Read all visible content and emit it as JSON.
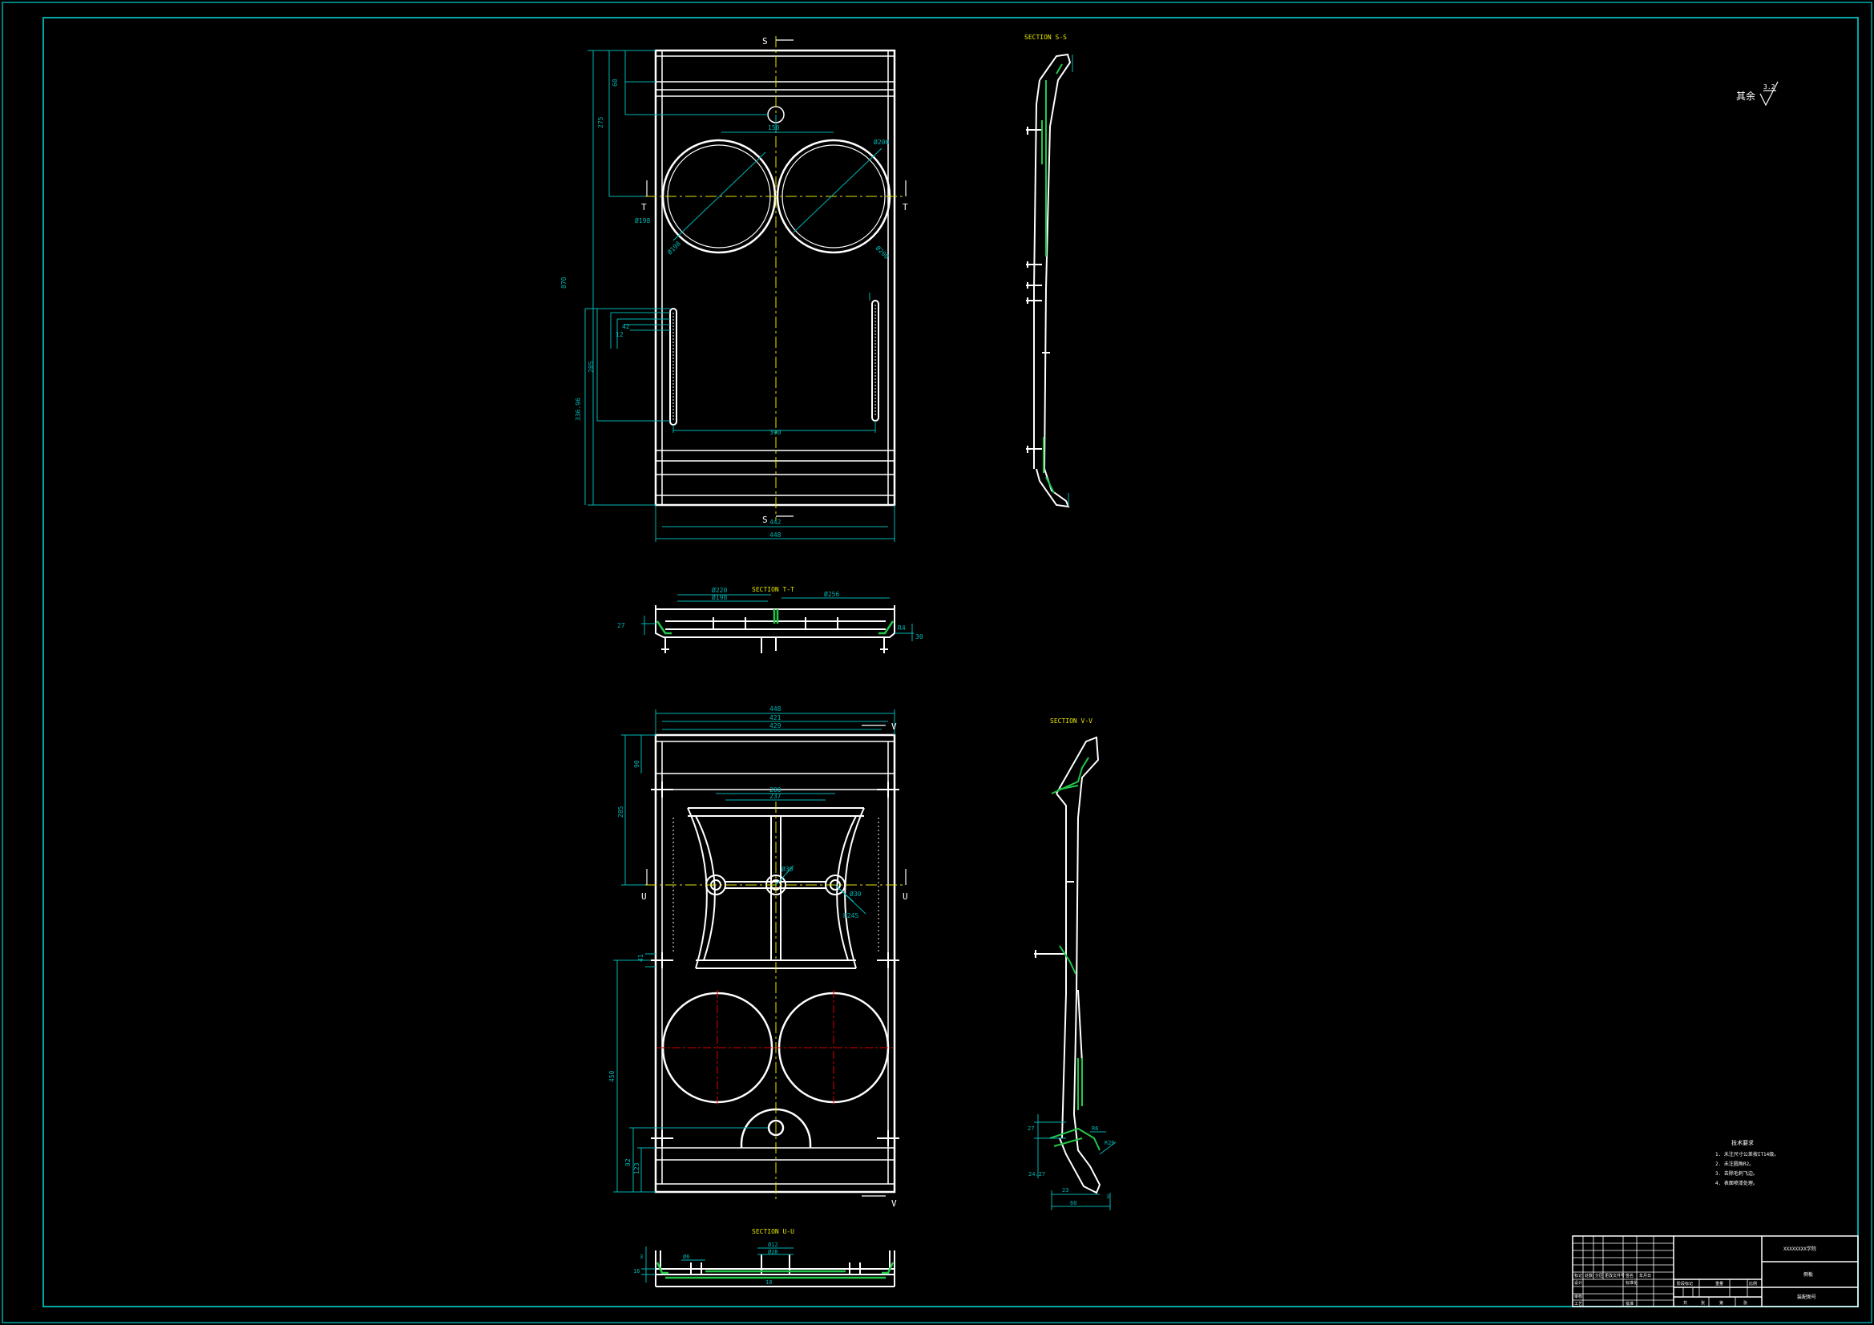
{
  "colors": {
    "background": "#000000",
    "frame": "#00a8a8",
    "outline": "#ffffff",
    "dimension": "#00b4b4",
    "centerline": "#e6e600",
    "hatch": "#22c84a",
    "label": "#e6e600",
    "red_center": "#e00000"
  },
  "views": {
    "plan_top": {
      "section_mark_s": "S",
      "section_mark_t": "T",
      "dims": {
        "top_a": "60",
        "top_b": "275",
        "overall_h": "870",
        "slot_a": "12",
        "slot_b": "42",
        "slot_c": "285",
        "slot_d": "336.96",
        "hole_w": "150",
        "circle_a": "Ø198",
        "circle_b": "Ø198",
        "circle_c": "Ø200",
        "circle_d": "Ø200",
        "slot_w": "390",
        "inner_w": "442",
        "outer_w": "448"
      }
    },
    "section_ss": {
      "title": "SECTION S-S"
    },
    "section_tt": {
      "title": "SECTION T-T",
      "dims": {
        "d1": "Ø220",
        "d2": "Ø198",
        "d3": "Ø256",
        "h1": "27",
        "h2": "30",
        "h3": "R4"
      }
    },
    "plan_bottom": {
      "section_mark_u": "U",
      "section_mark_v": "V",
      "dims": {
        "top_w1": "448",
        "top_w2": "421",
        "top_w3": "429",
        "rib_w1": "200",
        "rib_w2": "237",
        "h1": "90",
        "h2": "285",
        "h3": "450",
        "h4": "92",
        "h5": "123",
        "r1": "Ø30",
        "r2": "Ø30",
        "r3": "R245",
        "small": "41"
      }
    },
    "section_uu": {
      "title": "SECTION U-U",
      "dims": {
        "a": "Ø12",
        "b": "Ø28",
        "c": "Ø6",
        "d": "16",
        "e": "18",
        "f": "3"
      }
    },
    "section_vv": {
      "title": "SECTION V-V",
      "dims": {
        "a": "27",
        "b": "24.27",
        "c": "23",
        "d": "60",
        "e": "R20",
        "f": "3",
        "g": "R6"
      }
    }
  },
  "surface_note": {
    "label": "其余",
    "value": "3.2"
  },
  "tech_notes": {
    "title": "技术要求",
    "items": [
      "1. 未注尺寸公差按IT14级。",
      "2. 未注圆角R2。",
      "3. 去除毛刺飞边。",
      "4. 表面喷漆处理。"
    ]
  },
  "title_block": {
    "school": "XXXXXXXX学院",
    "part": "侧板",
    "drawing_no": "装配图号",
    "headers": [
      "标记",
      "处数",
      "分区",
      "更改文件号",
      "签名",
      "年月日"
    ],
    "roles": [
      "设计",
      "标准化",
      "审核",
      "工艺",
      "批准"
    ],
    "stage": [
      "阶段标记",
      "重量",
      "比例"
    ],
    "sheet": [
      "共",
      "张",
      "第",
      "张"
    ]
  }
}
